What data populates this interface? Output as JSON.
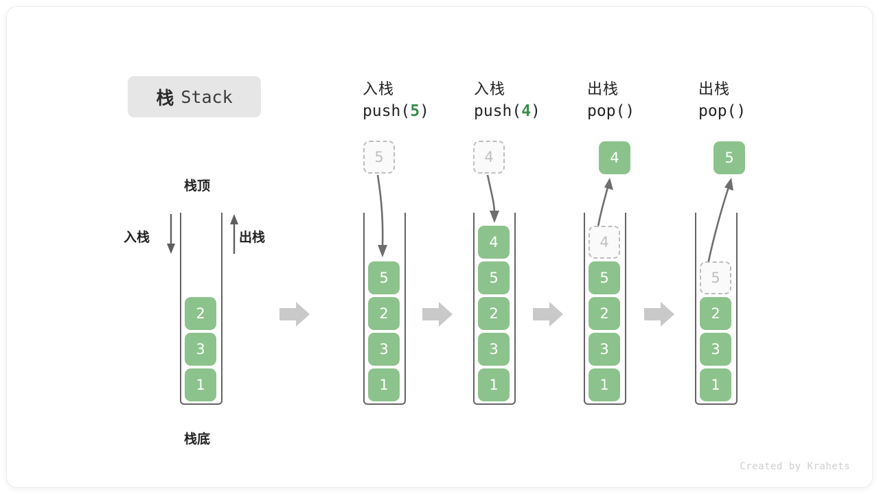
{
  "diagram": {
    "title_cn": "栈",
    "title_en": "Stack",
    "footer": "Created by Krahets",
    "colors": {
      "element": "#8cc28c",
      "ghost_border": "#bdbdbd",
      "ghost_text": "#bfbfbf",
      "tube_border": "#636363",
      "step_arrow": "#c9c9c9",
      "code_arg": "#3c8c4c",
      "text": "#242424"
    },
    "annotations": {
      "top_label": "栈顶",
      "bottom_label": "栈底",
      "push_label": "入栈",
      "pop_label": "出栈"
    },
    "step_arrow_icon": "right-block-arrow"
  },
  "panels": [
    {
      "id": "initial",
      "header_op": "",
      "header_code": "",
      "stack": [
        "2",
        "3",
        "1"
      ],
      "ghost_in_stack": null,
      "detached": null
    },
    {
      "id": "push-5",
      "header_op": "入栈",
      "header_code_prefix": "push(",
      "header_code_arg": "5",
      "header_code_suffix": ")",
      "stack": [
        "5",
        "2",
        "3",
        "1"
      ],
      "ghost_above": "5",
      "motion": "into-stack"
    },
    {
      "id": "push-4",
      "header_op": "入栈",
      "header_code_prefix": "push(",
      "header_code_arg": "4",
      "header_code_suffix": ")",
      "stack": [
        "4",
        "5",
        "2",
        "3",
        "1"
      ],
      "ghost_above": "4",
      "motion": "into-stack"
    },
    {
      "id": "pop-4",
      "header_op": "出栈",
      "header_code_prefix": "pop(",
      "header_code_arg": "",
      "header_code_suffix": ")",
      "stack": [
        "5",
        "2",
        "3",
        "1"
      ],
      "ghost_in_stack": "4",
      "detached_above": "4",
      "motion": "out-of-stack"
    },
    {
      "id": "pop-5",
      "header_op": "出栈",
      "header_code_prefix": "pop(",
      "header_code_arg": "",
      "header_code_suffix": ")",
      "stack": [
        "2",
        "3",
        "1"
      ],
      "ghost_in_stack": "5",
      "detached_above": "5",
      "motion": "out-of-stack"
    }
  ]
}
